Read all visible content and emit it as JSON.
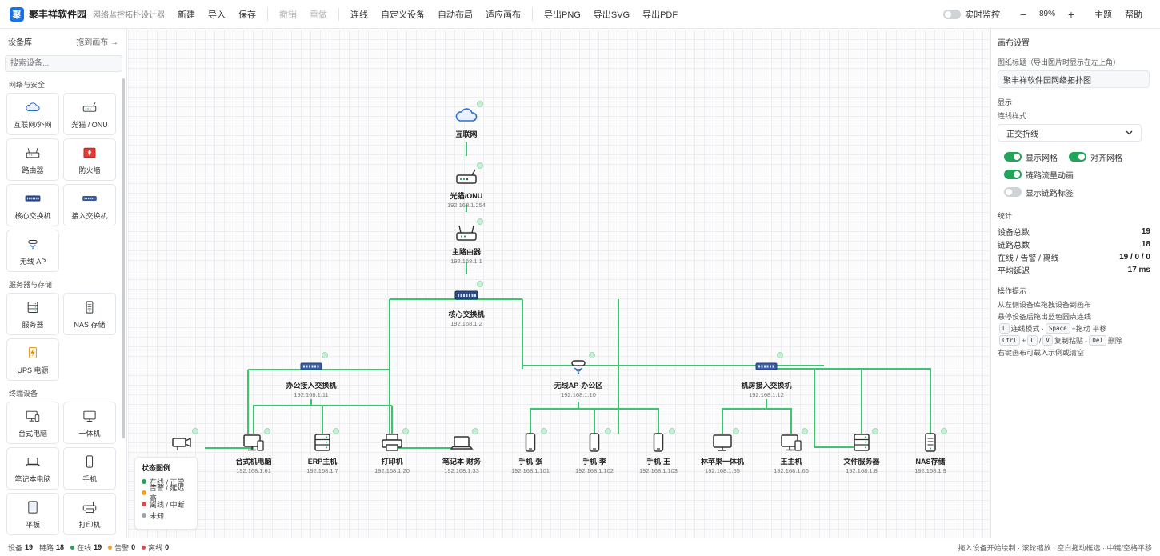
{
  "app": {
    "logo_char": "聚",
    "title": "聚丰祥软件园",
    "subtitle": "网络监控拓扑设计器"
  },
  "toolbar": {
    "new": "新建",
    "import": "导入",
    "save": "保存",
    "undo": "撤销",
    "redo": "重做",
    "connect": "连线",
    "custom_device": "自定义设备",
    "auto_layout": "自动布局",
    "fit_canvas": "适应画布",
    "export_png": "导出PNG",
    "export_svg": "导出SVG",
    "export_pdf": "导出PDF",
    "realtime": "实时监控",
    "zoom_minus": "−",
    "zoom_value": "89%",
    "zoom_plus": "+",
    "theme": "主题",
    "help": "帮助"
  },
  "sidebar": {
    "title": "设备库",
    "drag_hint": "拖到画布 →",
    "search_placeholder": "搜索设备...",
    "groups": [
      {
        "title": "网络与安全",
        "items": [
          {
            "label": "互联网/外网",
            "icon": "cloud"
          },
          {
            "label": "光猫 / ONU",
            "icon": "modem"
          },
          {
            "label": "路由器",
            "icon": "router"
          },
          {
            "label": "防火墙",
            "icon": "firewall"
          },
          {
            "label": "核心交换机",
            "icon": "switch"
          },
          {
            "label": "接入交换机",
            "icon": "switch-small"
          },
          {
            "label": "无线 AP",
            "icon": "ap"
          }
        ]
      },
      {
        "title": "服务器与存储",
        "items": [
          {
            "label": "服务器",
            "icon": "server"
          },
          {
            "label": "NAS 存储",
            "icon": "nas"
          },
          {
            "label": "UPS 电源",
            "icon": "ups"
          }
        ]
      },
      {
        "title": "终端设备",
        "items": [
          {
            "label": "台式电脑",
            "icon": "desktop"
          },
          {
            "label": "一体机",
            "icon": "monitor"
          },
          {
            "label": "笔记本电脑",
            "icon": "laptop"
          },
          {
            "label": "手机",
            "icon": "phone"
          },
          {
            "label": "平板",
            "icon": "tablet"
          },
          {
            "label": "打印机",
            "icon": "printer"
          }
        ]
      }
    ]
  },
  "colors": {
    "link": "#3cc46f",
    "online": "#22a55a",
    "warning": "#f0a020",
    "offline": "#e04848",
    "unknown": "#9aa3ad",
    "accent": "#1a73e8"
  },
  "canvas": {
    "nodes": [
      {
        "id": "internet",
        "name": "互联网",
        "ip": "",
        "icon": "cloud"
      },
      {
        "id": "onu",
        "name": "光猫/ONU",
        "ip": "192.168.1.254",
        "icon": "modem"
      },
      {
        "id": "router",
        "name": "主路由器",
        "ip": "192.168.1.1",
        "icon": "router"
      },
      {
        "id": "core",
        "name": "核心交换机",
        "ip": "192.168.1.2",
        "icon": "switch"
      },
      {
        "id": "office_sw",
        "name": "办公接入交换机",
        "ip": "192.168.1.11",
        "icon": "switch-small"
      },
      {
        "id": "ap",
        "name": "无线AP-办公区",
        "ip": "192.168.1.10",
        "icon": "ap"
      },
      {
        "id": "room_sw",
        "name": "机房接入交换机",
        "ip": "192.168.1.12",
        "icon": "switch-small"
      },
      {
        "id": "cam",
        "name": "",
        "ip": "",
        "icon": "camera"
      },
      {
        "id": "desktop",
        "name": "台式机电脑",
        "ip": "192.168.1.61",
        "icon": "desktop"
      },
      {
        "id": "erp",
        "name": "ERP主机",
        "ip": "192.168.1.7",
        "icon": "server"
      },
      {
        "id": "printer",
        "name": "打印机",
        "ip": "192.168.1.20",
        "icon": "printer"
      },
      {
        "id": "laptop",
        "name": "笔记本-财务",
        "ip": "192.168.1.33",
        "icon": "laptop"
      },
      {
        "id": "ph_zhang",
        "name": "手机-张",
        "ip": "192.168.1.101",
        "icon": "phone"
      },
      {
        "id": "ph_li",
        "name": "手机-李",
        "ip": "192.168.1.102",
        "icon": "phone"
      },
      {
        "id": "ph_wang",
        "name": "手机-王",
        "ip": "192.168.1.103",
        "icon": "phone"
      },
      {
        "id": "lin_aio",
        "name": "林苹果一体机",
        "ip": "192.168.1.55",
        "icon": "monitor"
      },
      {
        "id": "wang_pc",
        "name": "王主机",
        "ip": "192.168.1.66",
        "icon": "desktop"
      },
      {
        "id": "file_srv",
        "name": "文件服务器",
        "ip": "192.168.1.8",
        "icon": "server"
      },
      {
        "id": "nas",
        "name": "NAS存储",
        "ip": "192.168.1.9",
        "icon": "nas"
      }
    ],
    "legend": {
      "title": "状态图例",
      "items": [
        {
          "label": "在线 / 正常",
          "status": "online"
        },
        {
          "label": "告警 / 延迟高",
          "status": "warning"
        },
        {
          "label": "离线 / 中断",
          "status": "offline"
        },
        {
          "label": "未知",
          "status": "unknown"
        }
      ]
    }
  },
  "panel": {
    "title": "画布设置",
    "diagram_title_label": "图纸标题（导出图片时显示在左上角）",
    "diagram_title_value": "聚丰祥软件园网络拓扑图",
    "display_section": "显示",
    "link_style_label": "连线样式",
    "link_style_value": "正交折线",
    "toggles": {
      "show_grid": "显示网格",
      "snap_grid": "对齐网格",
      "traffic_anim": "链路流量动画",
      "show_labels": "显示链路标签"
    },
    "stats_title": "统计",
    "stats": [
      {
        "label": "设备总数",
        "value": "19"
      },
      {
        "label": "链路总数",
        "value": "18"
      },
      {
        "label": "在线 / 告警 / 离线",
        "value": "19 / 0 / 0"
      },
      {
        "label": "平均延迟",
        "value": "17 ms"
      }
    ],
    "tips_title": "操作提示",
    "tips": {
      "t1": "从左侧设备库拖拽设备到画布",
      "t2": "悬停设备后拖出蓝色圆点连线",
      "k_l": "L",
      "t3": "连线模式 ·",
      "k_space": "Space",
      "t3b": "+拖动 平移",
      "k_ctrl": "Ctrl",
      "k_c": "C",
      "k_v": "V",
      "t4": "复制粘贴 ·",
      "k_del": "Del",
      "t4b": "删除",
      "t5": "右键画布可载入示例或清空"
    }
  },
  "statusbar": {
    "devices_label": "设备",
    "devices": "19",
    "links_label": "链路",
    "links": "18",
    "online_label": "在线",
    "online": "19",
    "warning_label": "告警",
    "warning": "0",
    "offline_label": "离线",
    "offline": "0",
    "hint": "拖入设备开始绘制 · 滚轮缩放 · 空白拖动框选 · 中键/空格平移"
  }
}
